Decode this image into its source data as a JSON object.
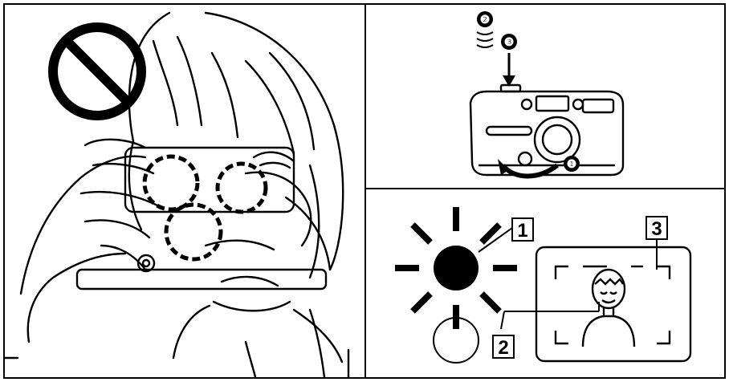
{
  "panels": {
    "left": {
      "icons": [
        "prohibition-icon"
      ]
    },
    "top_right": {
      "steps": [
        "❶",
        "❷",
        "❸"
      ]
    },
    "bottom_right": {
      "callouts": [
        "1",
        "2",
        "3"
      ]
    }
  }
}
